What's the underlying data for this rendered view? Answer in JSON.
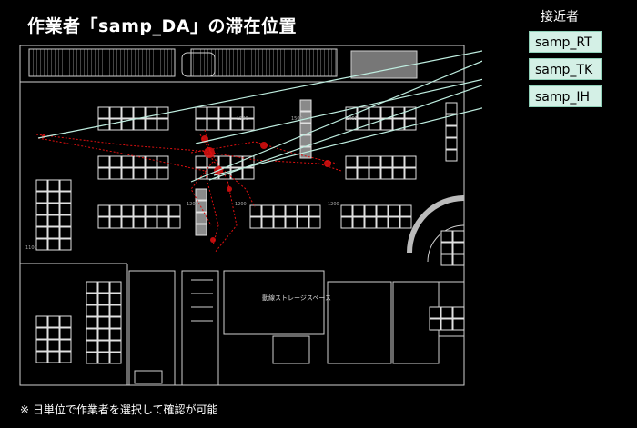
{
  "title": "作業者「samp_DA」の滞在位置",
  "legend": {
    "heading": "接近者",
    "items": [
      "samp_RT",
      "samp_TK",
      "samp_IH"
    ]
  },
  "floorplan": {
    "room_label": "動線ストレージスペース",
    "dimension_labels": [
      "1500",
      "1500",
      "1461",
      "1200",
      "1200",
      "1200",
      "1100"
    ]
  },
  "footnote": "※ 日単位で作業者を選択して確認が可能",
  "colors": {
    "trail": "#e01010",
    "link": "#bfeee0",
    "tag_bg": "#d4f0e6"
  }
}
